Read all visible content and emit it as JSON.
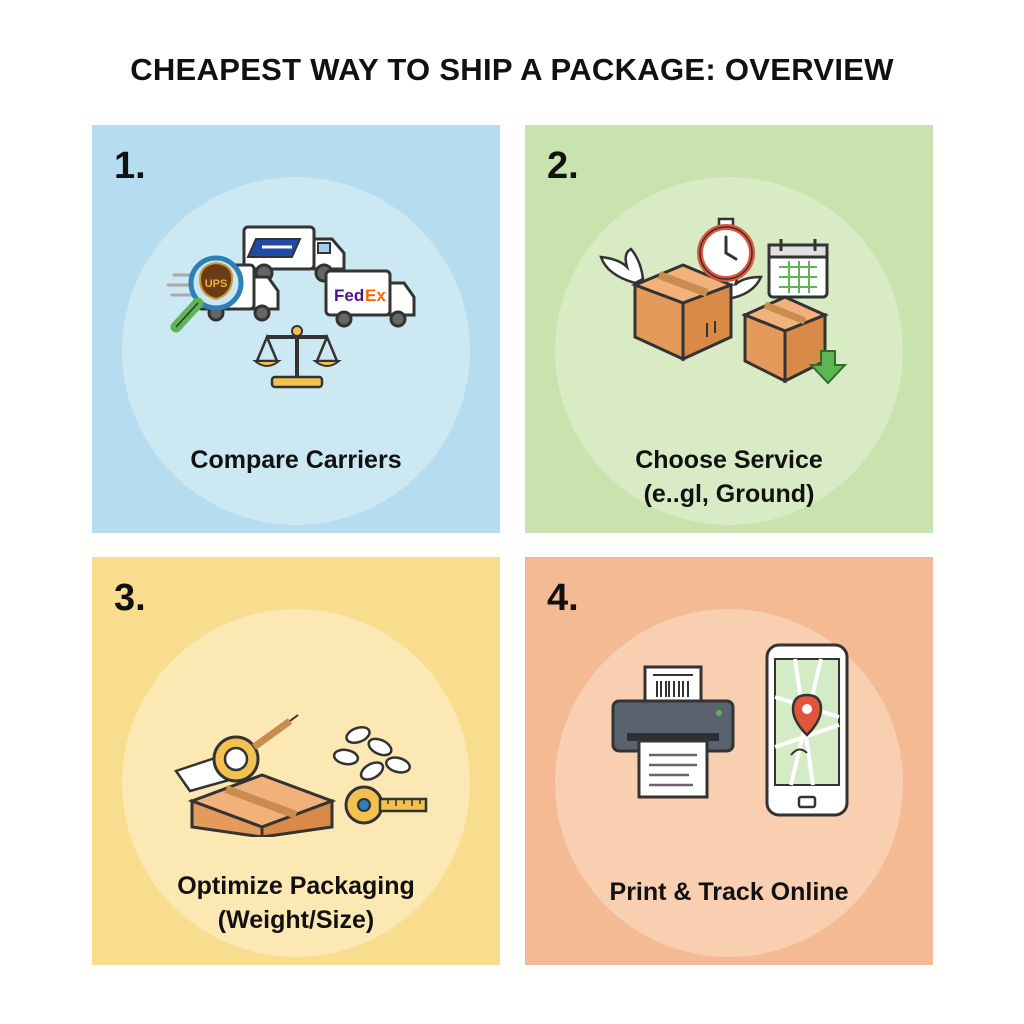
{
  "title": "CHEAPEST WAY TO SHIP A PACKAGE: OVERVIEW",
  "steps": [
    {
      "number": "1.",
      "caption_lines": [
        "Compare Carriers"
      ],
      "icons": [
        "usps-truck-icon",
        "ups-truck-icon",
        "magnifier-icon",
        "fedex-truck-icon",
        "scale-icon"
      ],
      "logos": {
        "ups": "UPS",
        "fedex_a": "Fed",
        "fedex_b": "Ex"
      },
      "color": "#b5dcef"
    },
    {
      "number": "2.",
      "caption_lines": [
        "Choose Service",
        "(e..gl, Ground)"
      ],
      "icons": [
        "winged-box-icon",
        "stopwatch-icon",
        "calendar-icon",
        "box-icon",
        "down-arrow-icon"
      ],
      "color": "#c9e3ae"
    },
    {
      "number": "3.",
      "caption_lines": [
        "Optimize Packaging",
        "(Weight/Size)"
      ],
      "icons": [
        "hand-tape-icon",
        "box-icon",
        "packing-peanuts-icon",
        "tape-measure-icon"
      ],
      "color": "#f8dd8f"
    },
    {
      "number": "4.",
      "caption_lines": [
        "Print & Track Online"
      ],
      "icons": [
        "printer-icon",
        "shipping-label-icon",
        "smartphone-map-icon",
        "location-pin-icon"
      ],
      "color": "#f4ba93"
    }
  ]
}
